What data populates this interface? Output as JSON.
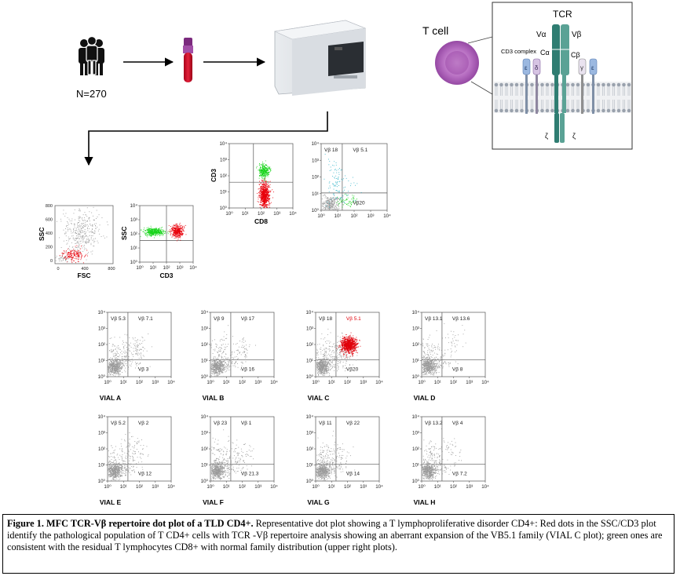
{
  "workflow": {
    "cohort_label": "N=270"
  },
  "tcr_diagram": {
    "cell_label": "T cell",
    "tcr_label": "TCR",
    "valpha": "Vα",
    "vbeta": "Vβ",
    "calpha": "Cα",
    "cbeta": "Cβ",
    "cd3_complex": "CD3 complex",
    "epsilon": "ε",
    "delta": "δ",
    "gamma": "γ",
    "zeta": "ζ",
    "colors": {
      "chain_dark": "#2f7d72",
      "chain_light": "#7fb8ae",
      "cd3_blue": "#9bb8e0",
      "membrane": "#9aa2ad"
    }
  },
  "gating": {
    "ssc_fsc": {
      "ylabel": "SSC",
      "xlabel": "FSC",
      "yticks": [
        "800",
        "600",
        "400",
        "200",
        "0"
      ],
      "xticks": [
        "0",
        "400",
        "800"
      ]
    },
    "ssc_cd3": {
      "ylabel": "SSC",
      "xlabel": "CD3"
    },
    "cd3_cd8": {
      "ylabel": "CD3",
      "xlabel": "CD8"
    },
    "vb_gate": {
      "q_ul": "Vβ 18",
      "q_ur": "Vβ 5.1",
      "q_lr": "Vβ20"
    }
  },
  "log_ticks": [
    "10⁰",
    "10¹",
    "10²",
    "10³",
    "10⁴"
  ],
  "vials": [
    {
      "name": "VIAL  A",
      "ul": "Vβ 5.3",
      "ur": "Vβ 7.1",
      "lr": "Vβ 3"
    },
    {
      "name": "VIAL  B",
      "ul": "Vβ 9",
      "ur": "Vβ 17",
      "lr": "Vβ 16"
    },
    {
      "name": "VIAL  C",
      "ul": "Vβ 18",
      "ur": "Vβ 5.1",
      "lr": "Vβ20"
    },
    {
      "name": "VIAL  D",
      "ul": "Vβ 13.1",
      "ur": "Vβ 13.6",
      "lr": "Vβ 8"
    },
    {
      "name": "VIAL  E",
      "ul": "Vβ 5.2",
      "ur": "Vβ 2",
      "lr": "Vβ 12"
    },
    {
      "name": "VIAL  F",
      "ul": "Vβ 23",
      "ur": "Vβ 1",
      "lr": "Vβ 21.3"
    },
    {
      "name": "VIAL  G",
      "ul": "Vβ 11",
      "ur": "Vβ 22",
      "lr": "Vβ 14"
    },
    {
      "name": "VIAL  H",
      "ul": "Vβ 13.2",
      "ur": "Vβ 4",
      "lr": "Vβ 7.2"
    }
  ],
  "colors": {
    "pathologic": "#e8000b",
    "cd8": "#17d41a",
    "normal_dots": "#9a9a9a",
    "vb51": "#e0000a",
    "cyan_dots": "#35b5c9"
  },
  "caption": {
    "bold": "Figure 1. MFC TCR-Vβ repertoire dot plot of a TLD CD4+.",
    "text": " Representative dot plot showing a T lymphoproliferative disorder CD4+: Red dots in the SSC/CD3 plot identify the pathological population of T CD4+ cells with TCR -Vβ repertoire analysis showing an aberrant expansion of the VB5.1 family (VIAL C plot); green ones are consistent with the residual T lymphocytes CD8+ with normal family distribution (upper right plots)."
  }
}
